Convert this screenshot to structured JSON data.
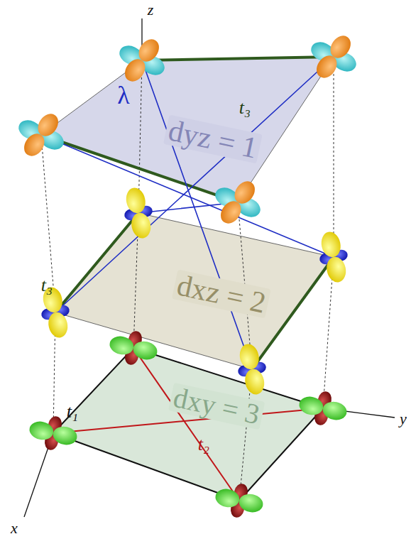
{
  "diagram": {
    "labels": [
      "z",
      "y",
      "x",
      "t₃",
      "λ",
      "dyz = 1",
      "t₃",
      "dxz = 2",
      "t₁",
      "t₂",
      "dxy = 3"
    ]
  }
}
